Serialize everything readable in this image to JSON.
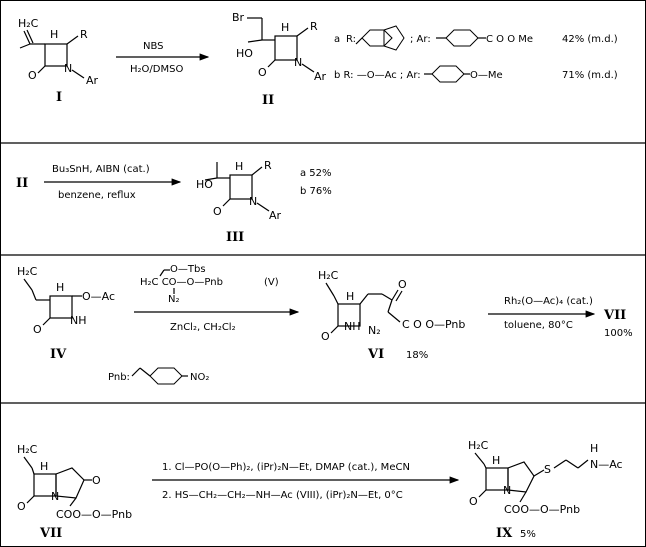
{
  "row1": {
    "sm_label": "I",
    "atoms_I": {
      "vinyl": "H₂C",
      "h": "H",
      "r": "R",
      "o": "O",
      "n": "N",
      "ar": "Ar"
    },
    "reagent_top": "NBS",
    "reagent_bottom": "H₂O/DMSO",
    "prod_label": "II",
    "atoms_II": {
      "br": "Br",
      "ho": "HO",
      "h": "H",
      "r": "R",
      "o": "O",
      "n": "N",
      "ar": "Ar"
    },
    "variant_a": {
      "tag": "a",
      "r": "R:",
      "sep": "; Ar:",
      "ester": "C O O Me",
      "yield": "42% (m.d.)"
    },
    "variant_b": {
      "text": "b R: —O—Ac ; Ar:",
      "sub": "O—Me",
      "yield": "71% (m.d.)"
    }
  },
  "row2": {
    "sm_label": "II",
    "reagent_top": "Bu₃SnH, AIBN (cat.)",
    "reagent_bottom": "benzene, reflux",
    "prod_label": "III",
    "atoms": {
      "ho": "HO",
      "h": "H",
      "r": "R",
      "o": "O",
      "n": "N",
      "ar": "Ar"
    },
    "yield_a": "a 52%",
    "yield_b": "b 76%"
  },
  "row3": {
    "sm_label": "IV",
    "sm_atoms": {
      "vinyl": "H₂C",
      "h": "H",
      "oac": "O—Ac",
      "o": "O",
      "nh": "NH"
    },
    "reagent_V": "O—Tbs",
    "reagent_V2": "H₂C   CO—O—Pnb",
    "reagent_V3": "N₂",
    "reagent_V_label": "(V)",
    "reagent_bottom": "ZnCl₂, CH₂Cl₂",
    "pnb_label": "Pnb:",
    "pnb_group": "NO₂",
    "prod_label": "VI",
    "prod_yield": "18%",
    "prod_atoms": {
      "vinyl": "H₂C",
      "h": "H",
      "nh": "NH",
      "o": "O",
      "n2": "N₂",
      "ester": "C O O—Pnb",
      "o2": "O"
    },
    "step2_reagent_top": "Rh₂(O—Ac)₄ (cat.)",
    "step2_reagent_bottom": "toluene, 80°C",
    "step2_label": "VII",
    "step2_yield": "100%"
  },
  "row4": {
    "sm_label": "VII",
    "sm_atoms": {
      "vinyl": "H₂C",
      "h": "H",
      "o": "O",
      "n": "N",
      "o2": "O",
      "ester": "COO—O—Pnb"
    },
    "step1": "1. Cl—PO(O—Ph)₂, (iPr)₂N—Et, DMAP (cat.), MeCN",
    "step2": "2. HS—CH₂—CH₂—NH—Ac (VIII), (iPr)₂N—Et, 0°C",
    "prod_label": "IX",
    "prod_yield": "5%",
    "prod_atoms": {
      "vinyl": "H₂C",
      "h": "H",
      "s": "S",
      "nh": "H",
      "nac": "N—Ac",
      "o": "O",
      "n": "N",
      "ester": "COO—O—Pnb"
    }
  }
}
